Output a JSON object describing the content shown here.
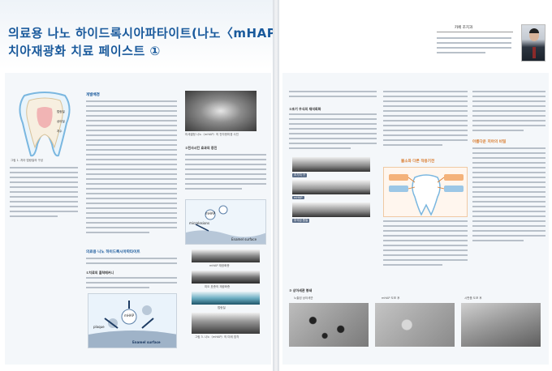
{
  "article": {
    "title_line1": "의료용 나노 하이드록시아파타이트(나노〈mHAP〉®)를  함유한",
    "title_line2": "치아재광화 치료 페이스트 ①"
  },
  "author": {
    "name": "카페 조치과"
  },
  "left_page": {
    "tooth_caption": "그림 1. 치아 법랑질의 구성",
    "tooth_labels": [
      "법랑질",
      "상아질",
      "치수"
    ],
    "col1_heading": "개발배경",
    "col1_section": "의료용 나노 하이드록시아파타이트",
    "col1_sub": "①치료의 흡착메커니",
    "sem_caption": "미세결정 나노〈mHAP〉의 전자현미경 사진",
    "mech_heading": "②전사시킨 효과의 증진",
    "mech_labels": [
      "mHAP",
      "microlesions",
      "Enamel surface"
    ],
    "plaque_labels": [
      "mHAP",
      "plaque",
      "Enamel surface"
    ],
    "layer_captions": [
      "mHAP 재광화층",
      "미도 표층의 재광화층",
      "법랑질"
    ],
    "footer_caption": "그림 3. 나노〈mHAP〉의 미세 침착"
  },
  "right_page": {
    "sub1": "②초기 우식의 재석회화",
    "diagram_title": "불소와 다른 작용기전",
    "chart_labels": [
      "초기치 구",
      "mHAP",
      "부석된 원질"
    ],
    "section_heading": "아름다운 치아의 비밀",
    "sem3_heading": "③ 상아세관 봉쇄",
    "sem3_labels": [
      "노출된 상아세관",
      "mHAP 도포 후",
      "시판품 도포 후"
    ]
  },
  "colors": {
    "title_blue": "#1a5a9c",
    "accent_orange": "#d97a2b",
    "enamel_blue": "#7ab7e0"
  }
}
